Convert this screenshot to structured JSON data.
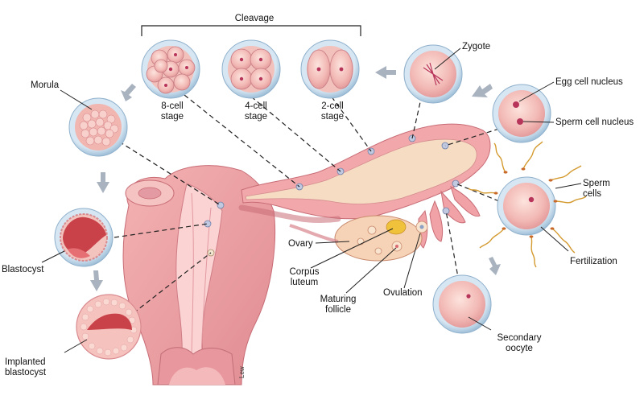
{
  "labels": {
    "cleavage": "Cleavage",
    "zygote": "Zygote",
    "egg_nucleus": "Egg cell nucleus",
    "sperm_nucleus": "Sperm cell nucleus",
    "morula": "Morula",
    "cell8": [
      "8-cell",
      "stage"
    ],
    "cell4": [
      "4-cell",
      "stage"
    ],
    "cell2": [
      "2-cell",
      "stage"
    ],
    "sperm_cells": [
      "Sperm",
      "cells"
    ],
    "fertilization": "Fertilization",
    "blastocyst": "Blastocyst",
    "ovary": "Ovary",
    "corpus_luteum": [
      "Corpus",
      "luteum"
    ],
    "ovulation": "Ovulation",
    "maturing_follicle": [
      "Maturing",
      "follicle"
    ],
    "secondary_oocyte": [
      "Secondary",
      "oocyte"
    ],
    "implanted_blastocyst": [
      "Implanted",
      "blastocyst"
    ]
  },
  "signature": "Lew",
  "colors": {
    "tissue": "#f0a3a6",
    "tissue_dark": "#d9707a",
    "tissue_light": "#f8c9c7",
    "cavity": "#f3d7b6",
    "cell_fill": "#f6c9c4",
    "cell_ring": "#b9d3e6",
    "nucleus": "#b7345a",
    "arrow": "#a9b2bf",
    "blastocyst_red": "#c9424a"
  }
}
